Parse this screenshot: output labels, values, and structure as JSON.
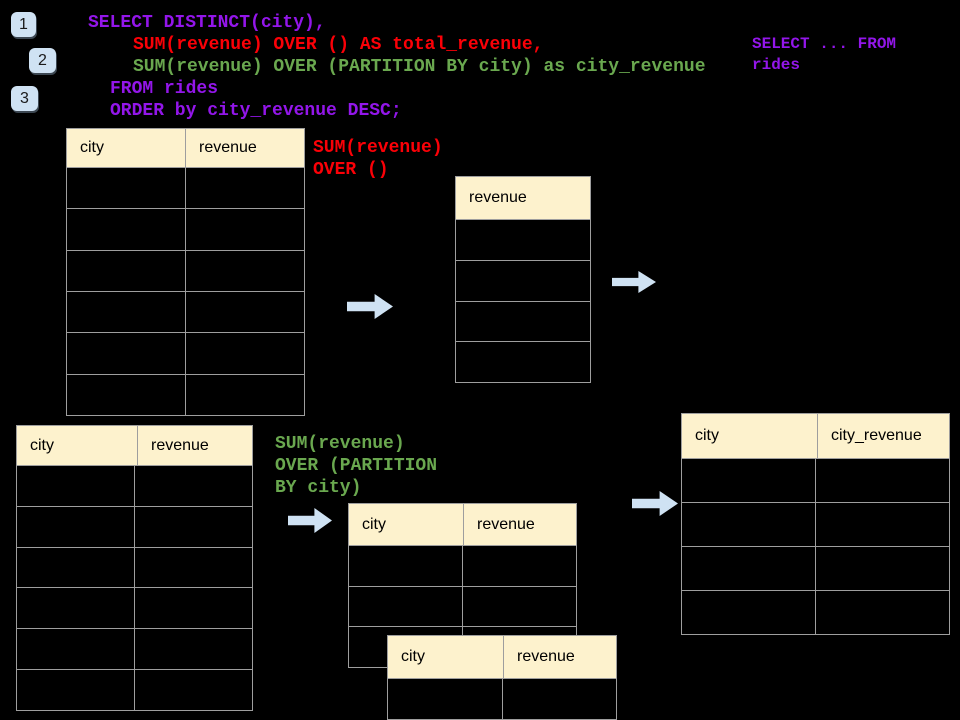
{
  "steps": [
    {
      "label": "1"
    },
    {
      "label": "2"
    },
    {
      "label": "3"
    }
  ],
  "sql": {
    "line1": "SELECT DISTINCT(city),",
    "line2": "SUM(revenue) OVER () AS total_revenue,",
    "line3": "SUM(revenue) OVER (PARTITION BY city) as city_revenue",
    "line4": "FROM rides",
    "line5": "ORDER by city_revenue DESC;"
  },
  "side_note": {
    "line1": "SELECT ... FROM",
    "line2": "rides"
  },
  "labels": {
    "total_revenue": {
      "line1": "SUM(revenue)",
      "line2": "OVER ()"
    },
    "partition": {
      "line1": "SUM(revenue)",
      "line2": "OVER (PARTITION",
      "line3": "BY city)"
    }
  },
  "tables": {
    "source_rides_top": {
      "headers": [
        "city",
        "revenue"
      ],
      "row_count": 6
    },
    "total_revenue_result": {
      "headers": [
        "revenue"
      ],
      "row_count": 4
    },
    "source_rides_bottom": {
      "headers": [
        "city",
        "revenue"
      ],
      "row_count": 6
    },
    "partition_group_back": {
      "headers": [
        "city",
        "revenue"
      ],
      "row_count": 3
    },
    "partition_group_front": {
      "headers": [
        "city",
        "revenue"
      ],
      "row_count": 1
    },
    "city_revenue_result": {
      "headers": [
        "city",
        "city_revenue"
      ],
      "row_count": 4
    }
  },
  "colors": {
    "sql-purple": "#9316ea",
    "sql-red": "#fb0007",
    "sql-green": "#6aa84f",
    "table-header-fill": "#fdf2cd",
    "table-border": "#9e9e9e",
    "arrow-fill": "#cfe2f3",
    "badge-fill": "#cfe2f3",
    "background": "#000000"
  }
}
